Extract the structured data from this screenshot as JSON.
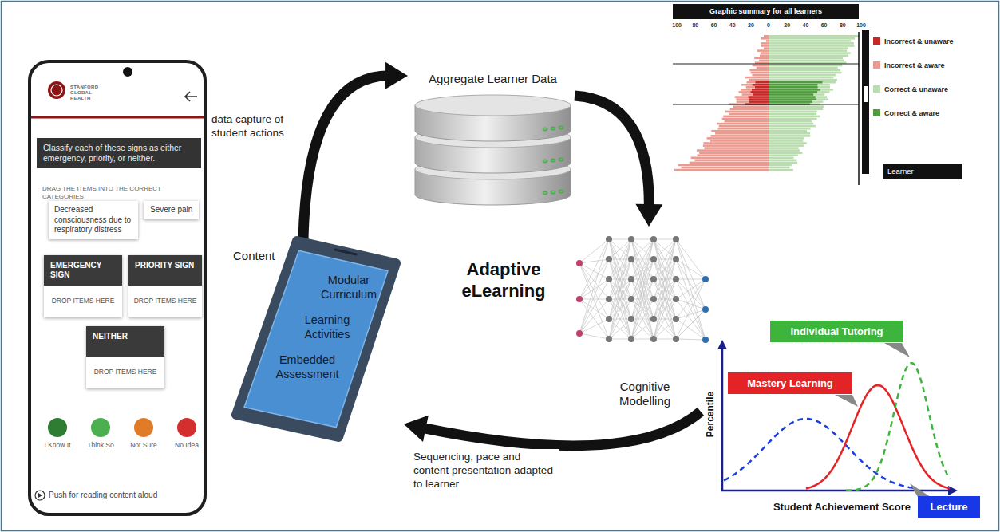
{
  "diagram": {
    "nodes": [
      {
        "text": [
          "STANFORD GLOBAL HEALTH",
          "DRAG THE ITEMS INTO THE CORRECT CATEGORIES",
          "I Know It",
          "Think So",
          "Not Sure",
          "No Idea",
          "Push for reading content aloud"
        ]
      },
      {
        "text": [
          "Classify each of these signs as either emergency, priority, or neither."
        ],
        "in": 0
      },
      {
        "text": [
          "Decreased consciousness due to respiratory distress"
        ],
        "in": 0
      },
      {
        "text": [
          "Severe pain"
        ],
        "in": 0
      },
      {
        "text": [
          "EMERGENCY SIGN",
          "DROP ITEMS HERE"
        ],
        "in": 0
      },
      {
        "text": [
          "PRIORITY SIGN",
          "DROP ITEMS HERE"
        ],
        "in": 0
      },
      {
        "text": [
          "NEITHER",
          "DROP ITEMS HERE"
        ],
        "in": 0
      },
      {
        "text": [
          "Graphic summary for all learners"
        ]
      },
      {
        "text": [
          "Learner"
        ]
      },
      {
        "text": [
          "Aggregate Learner Data"
        ]
      },
      {
        "text": [
          "Content",
          "Modular Curriculum",
          "Learning Activities",
          "Embedded Assessment"
        ]
      },
      {
        "text": [
          "Cognitive Modelling"
        ]
      },
      {
        "text": [
          "Individual Tutoring"
        ]
      },
      {
        "text": [
          "Mastery Learning"
        ]
      },
      {
        "text": [
          "Lecture"
        ]
      }
    ],
    "edges": [
      {
        "from": 10,
        "to": 9,
        "label": "data capture of student actions",
        "arrow": "to"
      },
      {
        "from": 9,
        "to": 11,
        "arrow": "to"
      },
      {
        "from": 11,
        "to": 10,
        "label": "Sequencing, pace and content presentation adapted to learner",
        "arrow": "to"
      }
    ],
    "labels": [
      "Adaptive eLearning",
      "-100",
      "-80",
      "-60",
      "-40",
      "-20",
      "0",
      "20",
      "40",
      "60",
      "80",
      "100",
      "Percentile",
      "Student Achievement Score"
    ],
    "legend": [
      {
        "text": "Incorrect & unaware",
        "color": "#c62828"
      },
      {
        "text": "Incorrect & aware",
        "color": "#ec9a8f"
      },
      {
        "text": "Correct & unaware",
        "color": "#b9ddae"
      },
      {
        "text": "Correct & aware",
        "color": "#4f9c3e"
      }
    ]
  }
}
